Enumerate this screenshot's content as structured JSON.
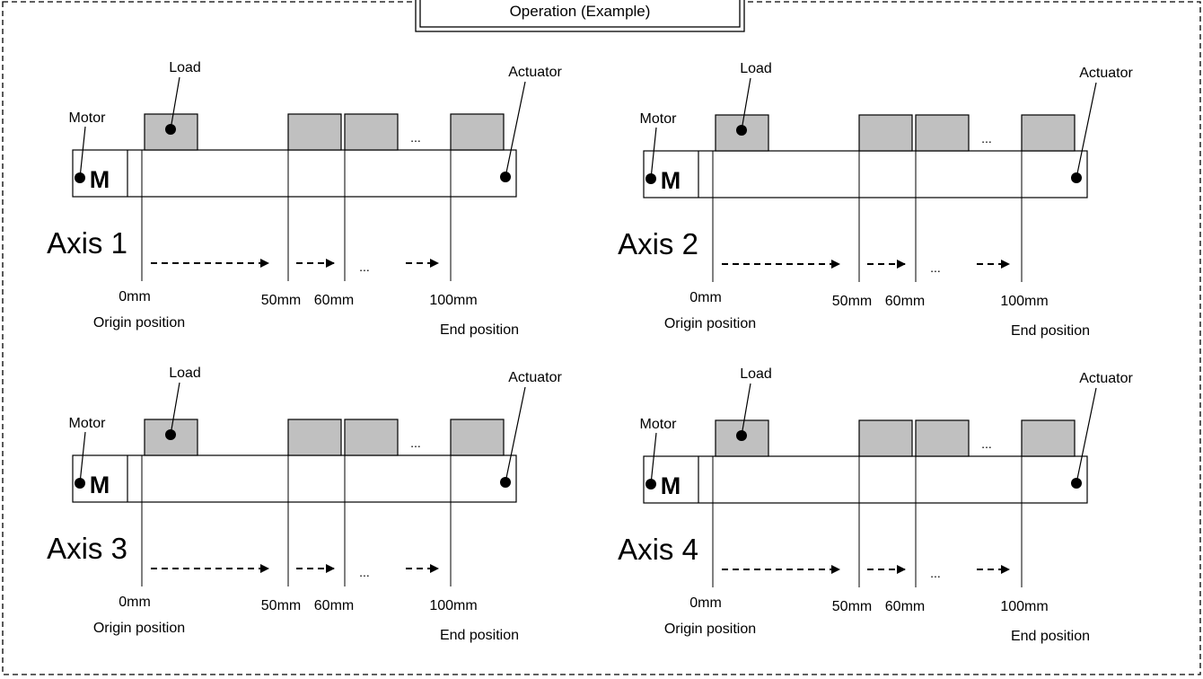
{
  "title": "Operation (Example)",
  "colors": {
    "load_fill": "#c0c0c0",
    "line": "#000000",
    "background": "#ffffff"
  },
  "panels": [
    {
      "axis_label": "Axis 1",
      "motor_label": "Motor",
      "motor_symbol": "M",
      "load_label": "Load",
      "actuator_label": "Actuator",
      "ellipsis": "...",
      "positions": [
        "0mm",
        "50mm",
        "60mm",
        "100mm"
      ],
      "origin_label": "Origin position",
      "end_label": "End position"
    },
    {
      "axis_label": "Axis 2",
      "motor_label": "Motor",
      "motor_symbol": "M",
      "load_label": "Load",
      "actuator_label": "Actuator",
      "ellipsis": "...",
      "positions": [
        "0mm",
        "50mm",
        "60mm",
        "100mm"
      ],
      "origin_label": "Origin position",
      "end_label": "End position"
    },
    {
      "axis_label": "Axis 3",
      "motor_label": "Motor",
      "motor_symbol": "M",
      "load_label": "Load",
      "actuator_label": "Actuator",
      "ellipsis": "...",
      "positions": [
        "0mm",
        "50mm",
        "60mm",
        "100mm"
      ],
      "origin_label": "Origin position",
      "end_label": "End position"
    },
    {
      "axis_label": "Axis 4",
      "motor_label": "Motor",
      "motor_symbol": "M",
      "load_label": "Load",
      "actuator_label": "Actuator",
      "ellipsis": "...",
      "positions": [
        "0mm",
        "50mm",
        "60mm",
        "100mm"
      ],
      "origin_label": "Origin position",
      "end_label": "End position"
    }
  ]
}
